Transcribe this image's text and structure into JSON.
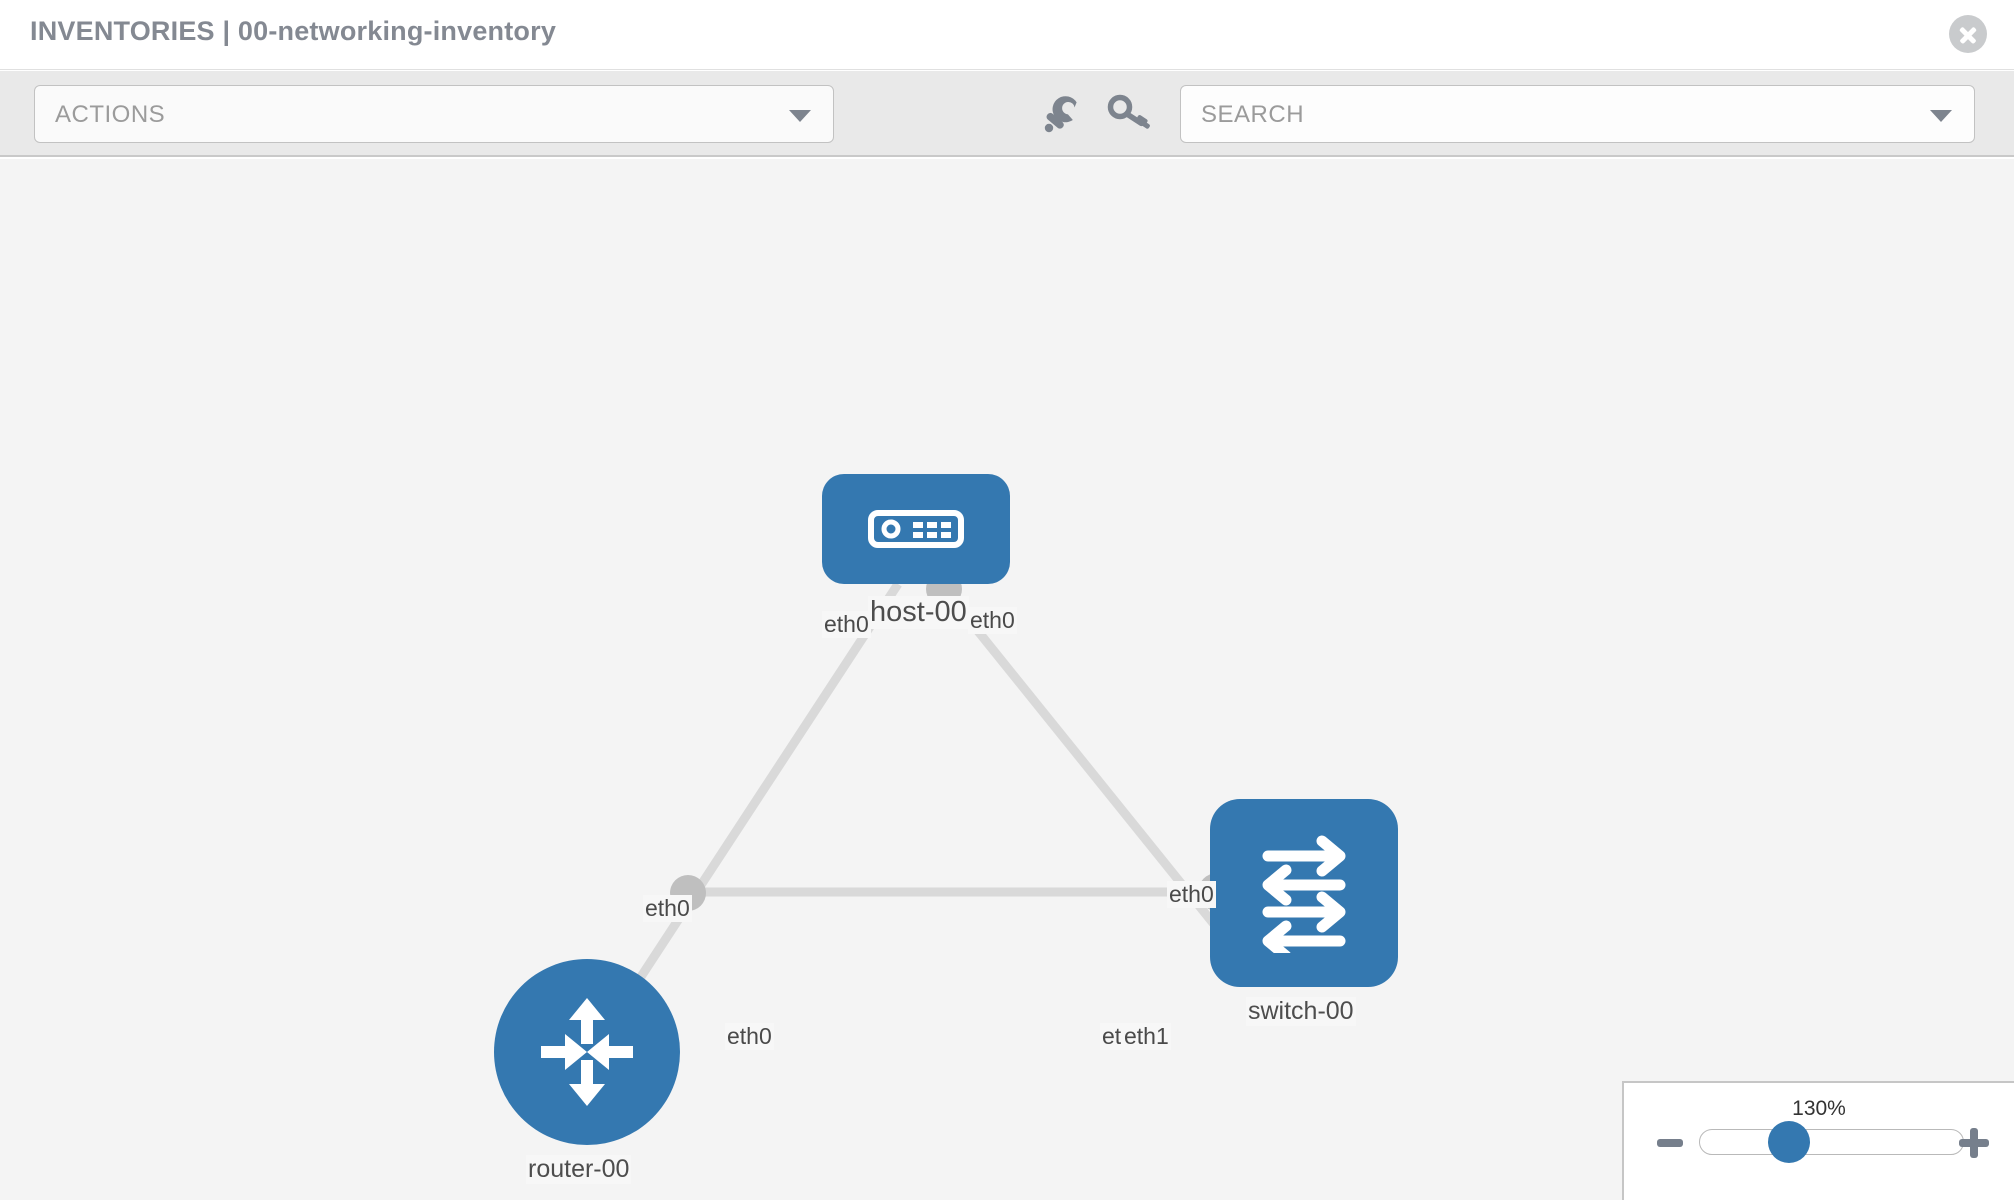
{
  "header": {
    "title": "INVENTORIES | 00-networking-inventory",
    "close_icon": "close-circle-icon"
  },
  "toolbar": {
    "actions_label": "ACTIONS",
    "actions_caret_icon": "chevron-down-icon",
    "wrench_icon": "wrench-icon",
    "key_icon": "key-icon",
    "search_placeholder": "SEARCH",
    "search_value": "",
    "search_caret_icon": "chevron-down-icon"
  },
  "topology": {
    "nodes": [
      {
        "id": "host-00",
        "label": "host-00",
        "shape": "rounded-square",
        "icon": "server-icon"
      },
      {
        "id": "router-00",
        "label": "router-00",
        "shape": "circle",
        "icon": "router-arrows-icon"
      },
      {
        "id": "switch-00",
        "label": "switch-00",
        "shape": "rounded-square",
        "icon": "switch-arrows-icon"
      }
    ],
    "links": [
      {
        "from": "host-00",
        "from_interface": "eth0",
        "to": "router-00",
        "to_interface": "eth0"
      },
      {
        "from": "host-00",
        "from_interface": "eth0",
        "to": "switch-00",
        "to_interface": "eth0"
      },
      {
        "from": "router-00",
        "from_interface": "eth0",
        "to": "switch-00",
        "to_interface": "eth1"
      }
    ],
    "edge_labels": {
      "host_left": "eth0",
      "host_right": "eth0",
      "router_up": "eth0",
      "switch_up": "eth0",
      "router_right": "eth0",
      "switch_left_a": "eth",
      "switch_left_b": "eth1"
    }
  },
  "zoom_control": {
    "percent": "130%",
    "minus_icon": "minus-icon",
    "plus_icon": "plus-icon",
    "slider_value": 130
  },
  "colors": {
    "node_blue": "#3478b0",
    "link_gray": "#d9d9d9",
    "endpoint_gray": "#bfbfbf",
    "canvas_bg": "#f4f4f4",
    "toolbar_bg": "#e9e9e9",
    "title_gray": "#848992"
  }
}
